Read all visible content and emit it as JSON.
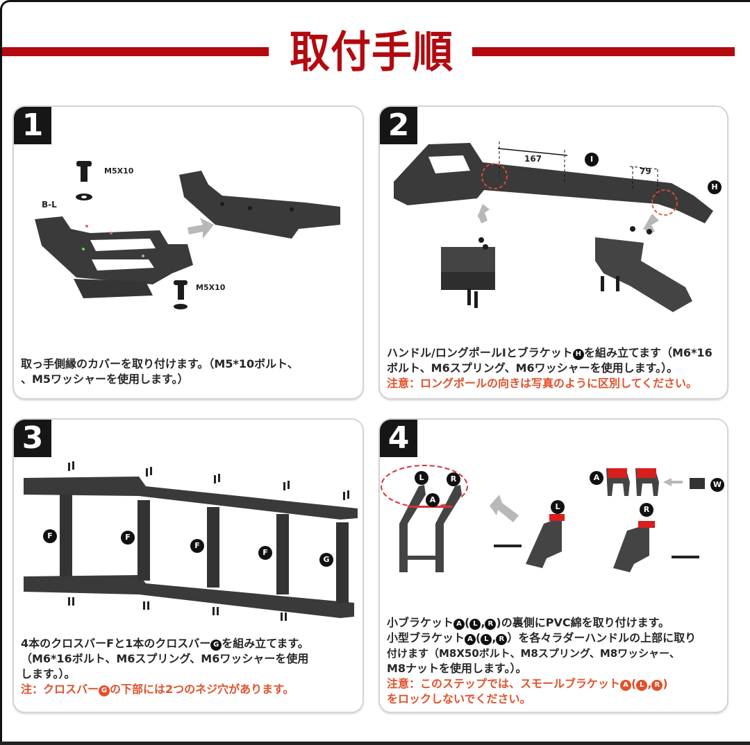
{
  "header": {
    "title": "取付手順",
    "accent_color": "#b30a0f"
  },
  "steps": [
    {
      "number": "1",
      "labels": {
        "bolt_top": "M5X10",
        "bolt_bottom": "M5X10",
        "part": "B-L"
      },
      "lines": [
        "取っ手側縁のカバーを取り付けます。（M5*10ボルト、",
        "、M5ワッシャーを使用します。）"
      ]
    },
    {
      "number": "2",
      "labels": {
        "dim_1": "167",
        "dim_2": "79",
        "part_i": "I",
        "part_h": "H"
      },
      "lines": [
        "ハンドル/ロングポールIとブラケット",
        "を組み立てます（M6*16",
        "ボルト、M6スプリング、M6ワッシャーを使用します。）。"
      ],
      "callout": "H",
      "warning": "注意：ロングポールの向きは写真のように区別してください。"
    },
    {
      "number": "3",
      "labels": {
        "cross_f": "F",
        "cross_g": "G"
      },
      "lines": [
        "4本のクロスバーFと1本のクロスバー",
        "を組み立てます。",
        "（M6*16ボルト、M6スプリング、M6ワッシャーを使用",
        "します。）。"
      ],
      "callout": "G",
      "warning_pre": "注：クロスバー",
      "warning_post": "の下部には2つのネジ穴があります。"
    },
    {
      "number": "4",
      "labels": {
        "l": "L",
        "r": "R",
        "a": "A",
        "w": "W"
      },
      "lines": [
        "小ブラケット",
        "の裏側にPVC綿を取り付けます。",
        "小型ブラケット",
        "を各々ラダーハンドルの上部に取り",
        "付けます（M8X50ボルト、M8スプリング、M8ワッシャー、",
        "M8ナットを使用します。）。"
      ],
      "warning_pre": "注意：このステップでは、スモールブラケット",
      "warning_post": "をロックしないでください。"
    }
  ],
  "colors": {
    "warning": "#e2502a",
    "part_dark": "#3b3b3b",
    "bracket_red": "#d91e1e"
  }
}
